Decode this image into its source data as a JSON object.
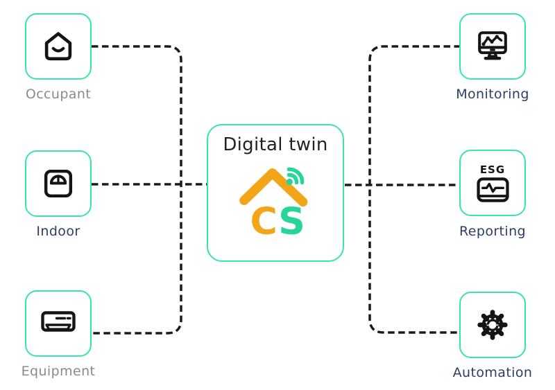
{
  "diagram_title": "Digital twin",
  "palette": {
    "box_border_mint": "#38e3ac",
    "connector_black": "#1a1a1a",
    "icon_stroke": "#141414",
    "label_gray": "#8a8a8a",
    "label_navy": "#2e3d66",
    "title_color": "#222222",
    "logo_orange": "#f3a51a",
    "logo_green": "#27d59b",
    "background": "#ffffff"
  },
  "center": {
    "title": "Digital twin",
    "logo_c": "C",
    "logo_s": "S",
    "logo_icon": "house-roof-wifi-icon"
  },
  "left_nodes": [
    {
      "id": "occupant",
      "label": "Occupant",
      "icon": "house-smile-icon",
      "label_color": "gray"
    },
    {
      "id": "indoor",
      "label": "Indoor",
      "icon": "scale-gauge-icon",
      "label_color": "navy"
    },
    {
      "id": "equipment",
      "label": "Equipment",
      "icon": "air-conditioner-icon",
      "label_color": "gray"
    }
  ],
  "right_nodes": [
    {
      "id": "monitoring",
      "label": "Monitoring",
      "icon": "monitor-chart-icon",
      "label_color": "navy"
    },
    {
      "id": "reporting",
      "label": "Reporting",
      "icon": "esg-meter-icon",
      "badge": "ESG",
      "label_color": "navy"
    },
    {
      "id": "automation",
      "label": "Automation",
      "icon": "gear-sync-icon",
      "label_color": "navy"
    }
  ],
  "connectors": [
    {
      "from": "occupant",
      "to": "digital-twin",
      "style": "dashed, rounded corner via left trunk"
    },
    {
      "from": "indoor",
      "to": "digital-twin",
      "style": "dashed, straight horizontal"
    },
    {
      "from": "equipment",
      "to": "digital-twin",
      "style": "dashed, rounded corner via left trunk"
    },
    {
      "from": "digital-twin",
      "to": "monitoring",
      "style": "dashed, rounded corner via right trunk"
    },
    {
      "from": "digital-twin",
      "to": "reporting",
      "style": "dashed, straight horizontal"
    },
    {
      "from": "digital-twin",
      "to": "automation",
      "style": "dashed, rounded corner via right trunk"
    }
  ]
}
